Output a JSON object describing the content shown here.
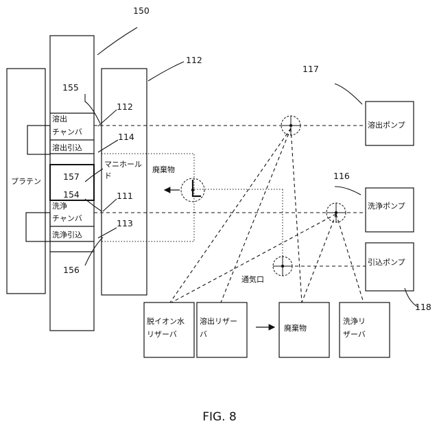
{
  "figure": {
    "caption": "FIG. 8"
  },
  "refs": {
    "r150": "150",
    "r112a": "112",
    "r117": "117",
    "r155": "155",
    "r112b": "112",
    "r114": "114",
    "r157": "157",
    "r154": "154",
    "r111": "111",
    "r116": "116",
    "r113": "113",
    "r156": "156",
    "r118": "118"
  },
  "labels": {
    "platen": "プラテン",
    "elution_chamber_l1": "溶出",
    "elution_chamber_l2": "チャンバ",
    "elution_draw": "溶出引込",
    "wash_chamber_l1": "洗浄",
    "wash_chamber_l2": "チャンバ",
    "wash_draw": "洗浄引込",
    "manifold_l1": "マニホール",
    "manifold_l2": "ド",
    "waste_top": "廃棄物",
    "vent": "通気口",
    "elution_pump": "溶出ポンプ",
    "wash_pump": "洗浄ポンプ",
    "draw_pump": "引込ポンプ",
    "di_reservoir_l1": "脱イオン水",
    "di_reservoir_l2": "リザーバ",
    "elution_reservoir_l1": "溶出リザー",
    "elution_reservoir_l2": "バ",
    "waste_bottom": "廃棄物",
    "wash_reservoir_l1": "洗浄リ",
    "wash_reservoir_l2": "ザーバ"
  }
}
